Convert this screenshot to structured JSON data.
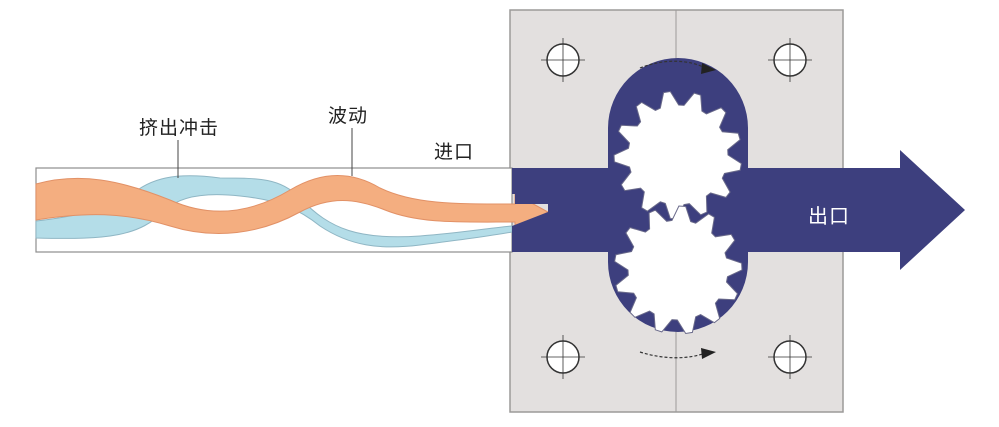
{
  "labels": {
    "squeeze_impact": "挤出冲击",
    "wave": "波动",
    "inlet": "进口",
    "outlet": "出口"
  },
  "colors": {
    "housing": "#e3e0df",
    "housing_edge": "#9c9a99",
    "flow_blue": "#3d3f7e",
    "orange_stream": "#f4ae80",
    "light_blue_stream": "#b4dde8",
    "pipe_edge": "#8e8e8e"
  },
  "icons": [
    "bolt-hole-icon",
    "rotation-arrow-icon",
    "gear-icon",
    "flow-arrow-icon"
  ]
}
